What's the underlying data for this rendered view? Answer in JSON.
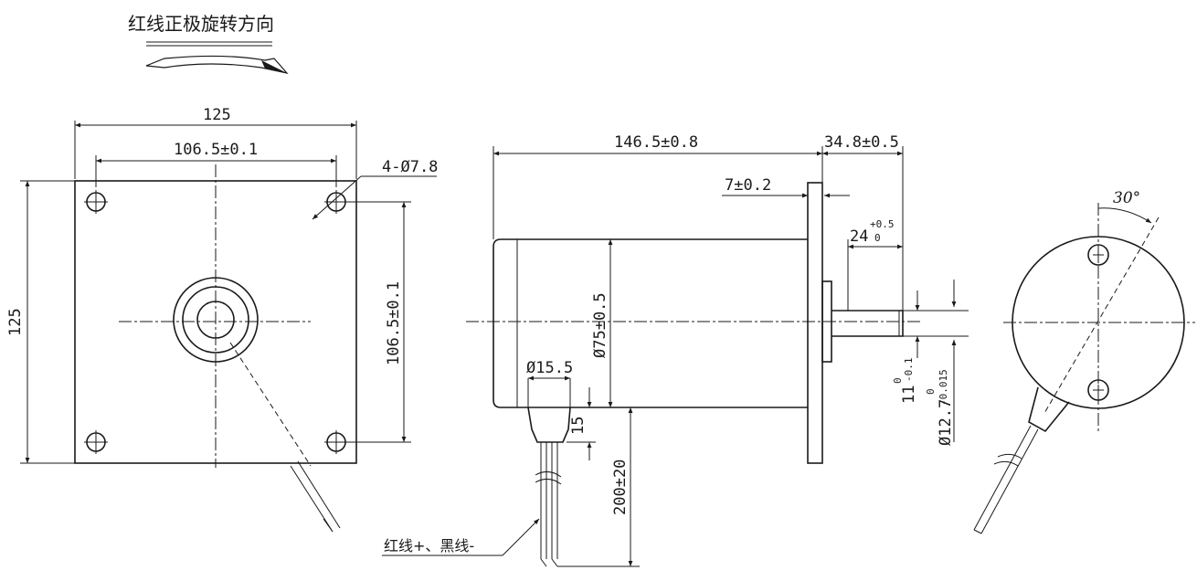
{
  "header": {
    "rotation_note": "红线正极旋转方向"
  },
  "front_view": {
    "width_outer": "125",
    "width_holes": "106.5±0.1",
    "hole_spec": "4-Ø7.8",
    "height_outer": "125",
    "height_holes": "106.5±0.1"
  },
  "side_view": {
    "body_length": "146.5±0.8",
    "shaft_total": "34.8±0.5",
    "flange_thickness": "7±0.2",
    "shaft_length": "24",
    "shaft_tol_upper": "+0.5",
    "shaft_tol_lower": "0",
    "diameter_body": "Ø75±0.5",
    "cable_diameter": "Ø15.5",
    "cable_boss": "15",
    "lead_length": "200±20",
    "flat_dim": "11",
    "flat_tol_upper": "0",
    "flat_tol_lower": "-0.1",
    "shaft_dia": "Ø12.7",
    "shaft_dia_tol_upper": "0",
    "shaft_dia_tol_lower": "-0.015",
    "wire_note": "红线+、黑线-"
  },
  "rear_view": {
    "angle": "30°"
  }
}
